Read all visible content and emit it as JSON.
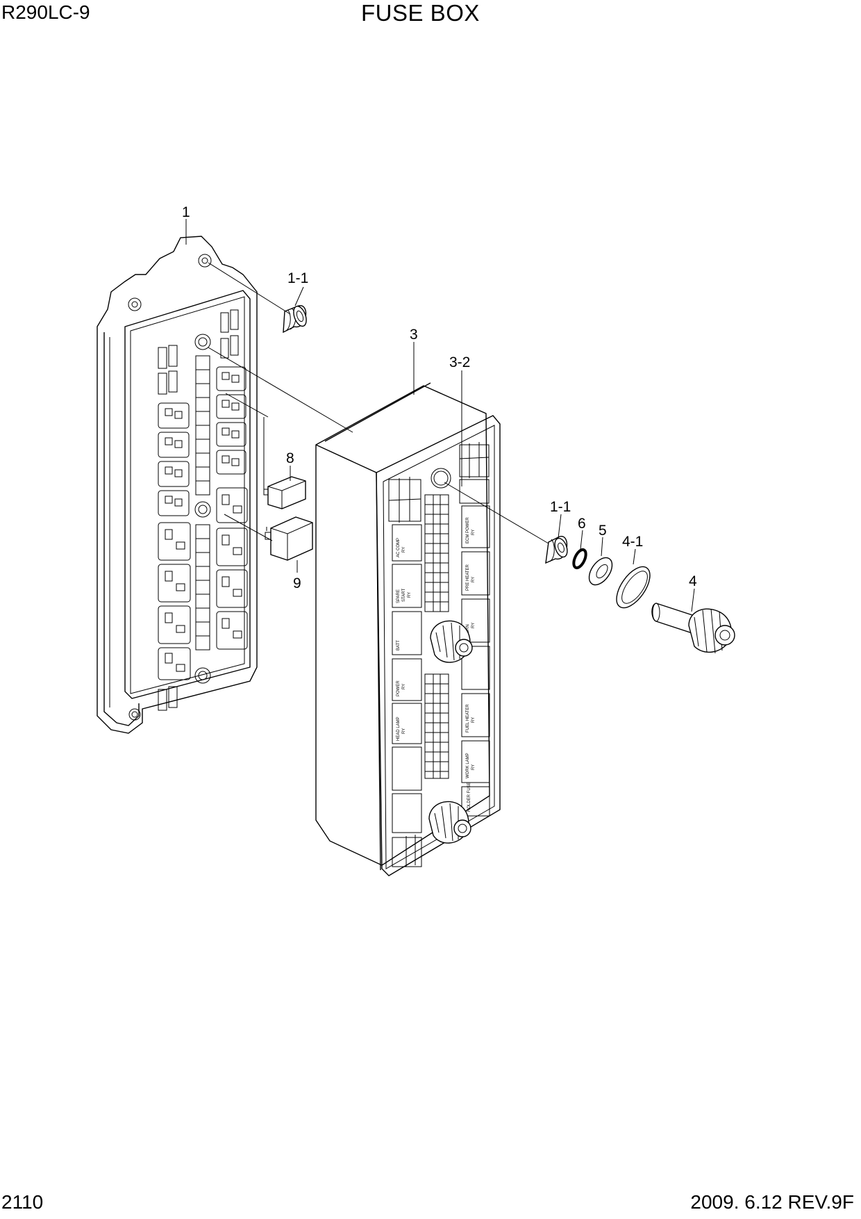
{
  "header": {
    "model": "R290LC-9",
    "title": "FUSE BOX"
  },
  "footer": {
    "page_number": "2110",
    "revision": "2009. 6.12  REV.9F"
  },
  "callouts": {
    "p1": "1",
    "p1_1a": "1-1",
    "p3": "3",
    "p3_2": "3-2",
    "p8": "8",
    "p9": "9",
    "p1_1b": "1-1",
    "p6": "6",
    "p5": "5",
    "p4_1": "4-1",
    "p4": "4"
  },
  "cover_labels": {
    "ac_comp": "AC COMP",
    "rly1": "RY",
    "spare1": "SPARE",
    "start": "START",
    "rly2": "RY",
    "batt": "BATT",
    "ecm_power": "ECM POWER",
    "rly3": "RY",
    "pre_heater": "PRE HEATER",
    "rly4": "RY",
    "horn": "HORN",
    "rly5": "RY",
    "power": "POWER",
    "rly6": "RY",
    "head_lamp": "HEAD LAMP",
    "rly7": "RY",
    "fuel_heater": "FUEL HEATER",
    "rly8": "RY",
    "work_lamp": "WORK LAMP",
    "rly9": "RY",
    "holder_fuse": "HOLDER FUSE"
  }
}
